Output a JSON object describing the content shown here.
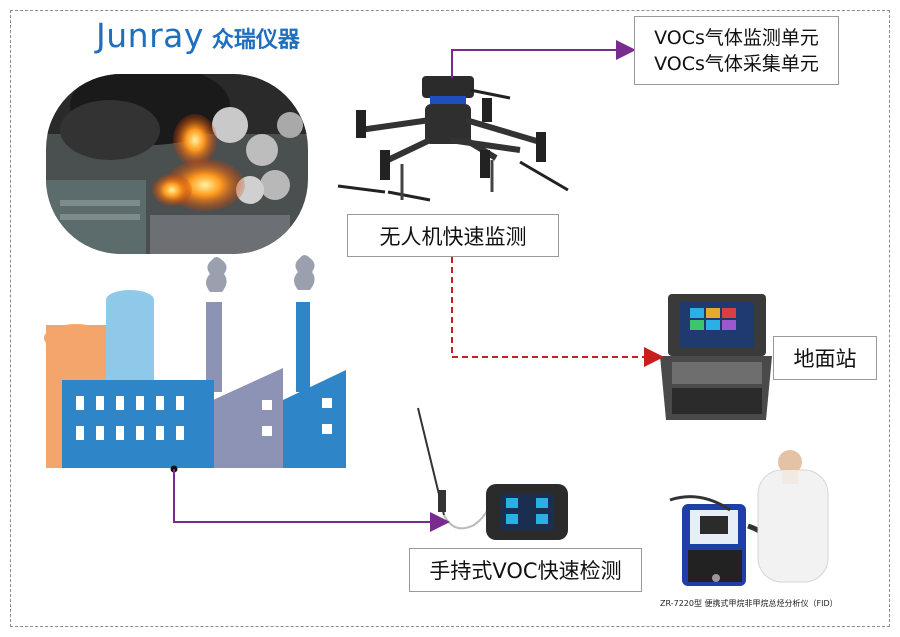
{
  "logo": {
    "text_en": "Junray",
    "text_cn": "众瑞仪器"
  },
  "labels": {
    "vocs_line1": "VOCs气体监测单元",
    "vocs_line2": "VOCs气体采集单元",
    "uav_monitoring": "无人机快速监测",
    "ground_station": "地面站",
    "handheld_voc": "手持式VOC快速检测",
    "fid_caption": "ZR-7220型 便携式甲烷非甲烷总烃分析仪（FID）"
  },
  "colors": {
    "connector_purple": "#7a2b8f",
    "connector_red_dashed": "#c81e1e",
    "logo_blue": "#1f6fbf",
    "factory_blue": "#2e86c8",
    "factory_gray": "#8c93b5",
    "factory_orange": "#f3a56b",
    "frame_dashed": "#8c8c8c"
  },
  "icons": [
    "fire-scene-image",
    "factory-icon",
    "drone-icon",
    "ground-station-laptop-icon",
    "handheld-detector-icon",
    "fid-analyzer-icon"
  ]
}
